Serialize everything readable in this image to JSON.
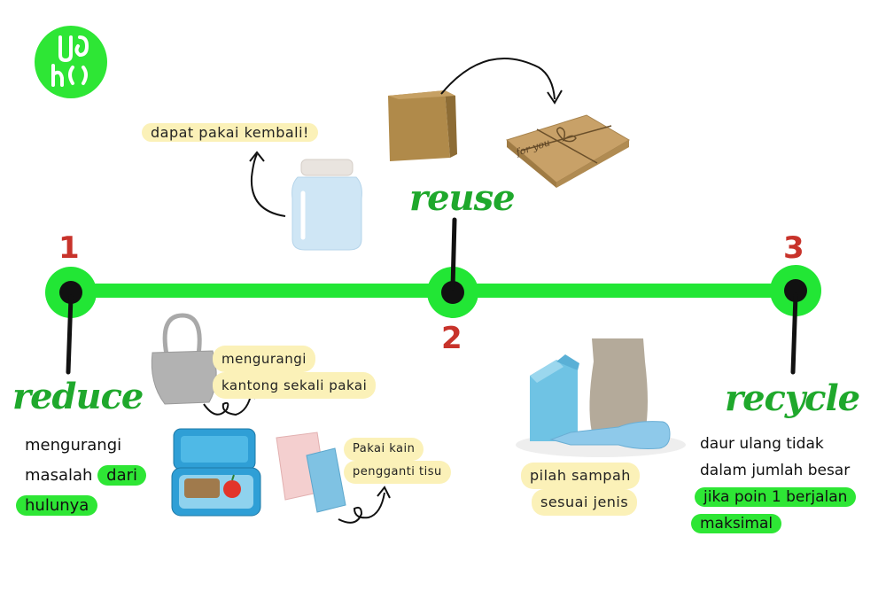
{
  "steps": [
    {
      "number": "1",
      "title": "reduce"
    },
    {
      "number": "2",
      "title": "reuse"
    },
    {
      "number": "3",
      "title": "recycle"
    }
  ],
  "reduce": {
    "desc_line1": "mengurangi",
    "desc_line2_a": "masalah",
    "desc_line2_b": "dari",
    "desc_line3": "hulunya",
    "bag_note_line1": "mengurangi",
    "bag_note_line2": "kantong sekali pakai",
    "cloth_note_line1": "Pakai kain",
    "cloth_note_line2": "pengganti tisu"
  },
  "reuse": {
    "jar_note": "dapat pakai kembali!",
    "package_label": "for you"
  },
  "recycle": {
    "sort_note_line1": "pilah sampah",
    "sort_note_line2": "sesuai jenis",
    "desc_line1": "daur ulang tidak",
    "desc_line2": "dalam jumlah besar",
    "desc_line3": "jika poin 1 berjalan",
    "desc_line4": "maksimal"
  },
  "colors": {
    "timeline": "#22e635",
    "step_number": "#c8332b",
    "title": "#1fa82c",
    "highlight_yellow": "#fbf1b8"
  }
}
